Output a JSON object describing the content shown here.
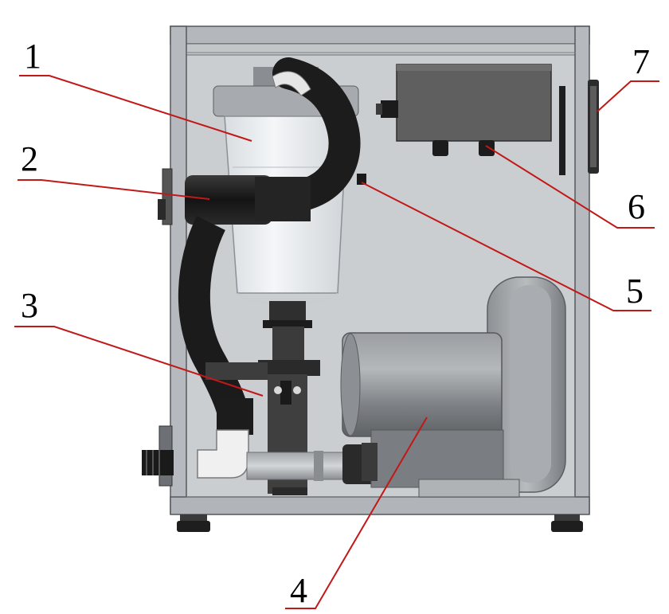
{
  "diagram": {
    "labels": [
      {
        "id": "1",
        "text": "1"
      },
      {
        "id": "2",
        "text": "2"
      },
      {
        "id": "3",
        "text": "3"
      },
      {
        "id": "4",
        "text": "4"
      },
      {
        "id": "5",
        "text": "5"
      },
      {
        "id": "6",
        "text": "6"
      },
      {
        "id": "7",
        "text": "7"
      }
    ]
  },
  "colors": {
    "frame": "#b9bcc0",
    "frame_edge": "#5c5f63",
    "back_panel": "#cdd0d3",
    "hose": "#1c1c1c",
    "control_box": "#5e5e5e",
    "motor": "#8f9296",
    "leader_line": "#c21818",
    "filter_glass": "#e8ecef"
  }
}
